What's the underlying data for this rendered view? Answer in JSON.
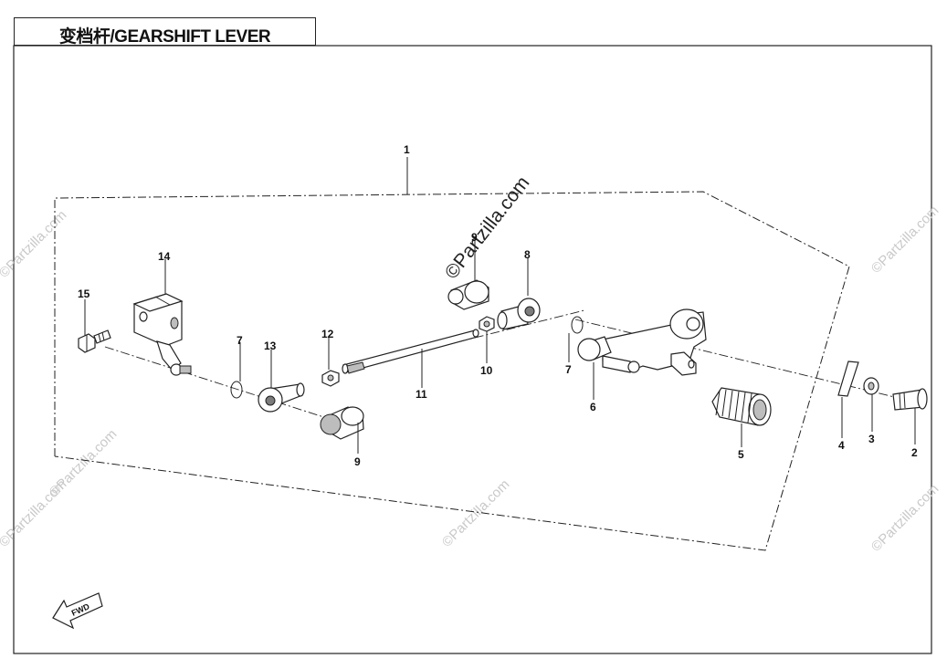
{
  "title": "变档杆/GEARSHIFT LEVER",
  "watermark": "©Partzilla.com",
  "direction_label": "FWD",
  "callouts": {
    "c1": "1",
    "c2": "2",
    "c3": "3",
    "c4": "4",
    "c5": "5",
    "c6": "6",
    "c7a": "7",
    "c7b": "7",
    "c8": "8",
    "c9a": "9",
    "c9b": "9",
    "c10": "10",
    "c11": "11",
    "c12": "12",
    "c13": "13",
    "c14": "14",
    "c15": "15"
  }
}
